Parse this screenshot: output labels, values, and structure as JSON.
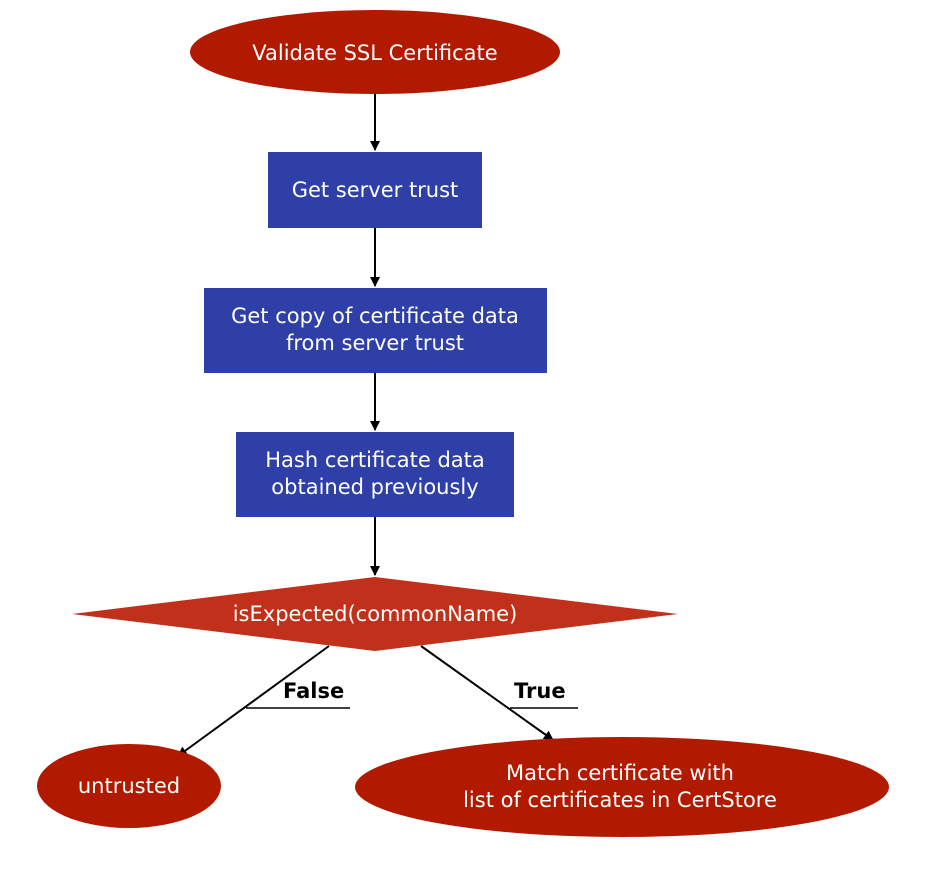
{
  "colors": {
    "terminal_fill": "#b21a00",
    "process_fill": "#2f3fa8",
    "decision_fill": "#c0301a",
    "arrow": "#000000",
    "text": "#ffffff"
  },
  "nodes": {
    "start": {
      "label": "Validate SSL Certificate"
    },
    "get_trust": {
      "label": "Get server trust"
    },
    "copy_cert": {
      "line1": "Get copy of certificate data",
      "line2": "from server trust"
    },
    "hash_cert": {
      "line1": "Hash certificate data",
      "line2": "obtained previously"
    },
    "decision": {
      "label": "isExpected(commonName)"
    },
    "untrusted": {
      "label": "untrusted"
    },
    "match": {
      "line1": "Match certificate with",
      "line2": "list of certificates in CertStore"
    }
  },
  "edges": {
    "false_label": "False",
    "true_label": "True"
  }
}
